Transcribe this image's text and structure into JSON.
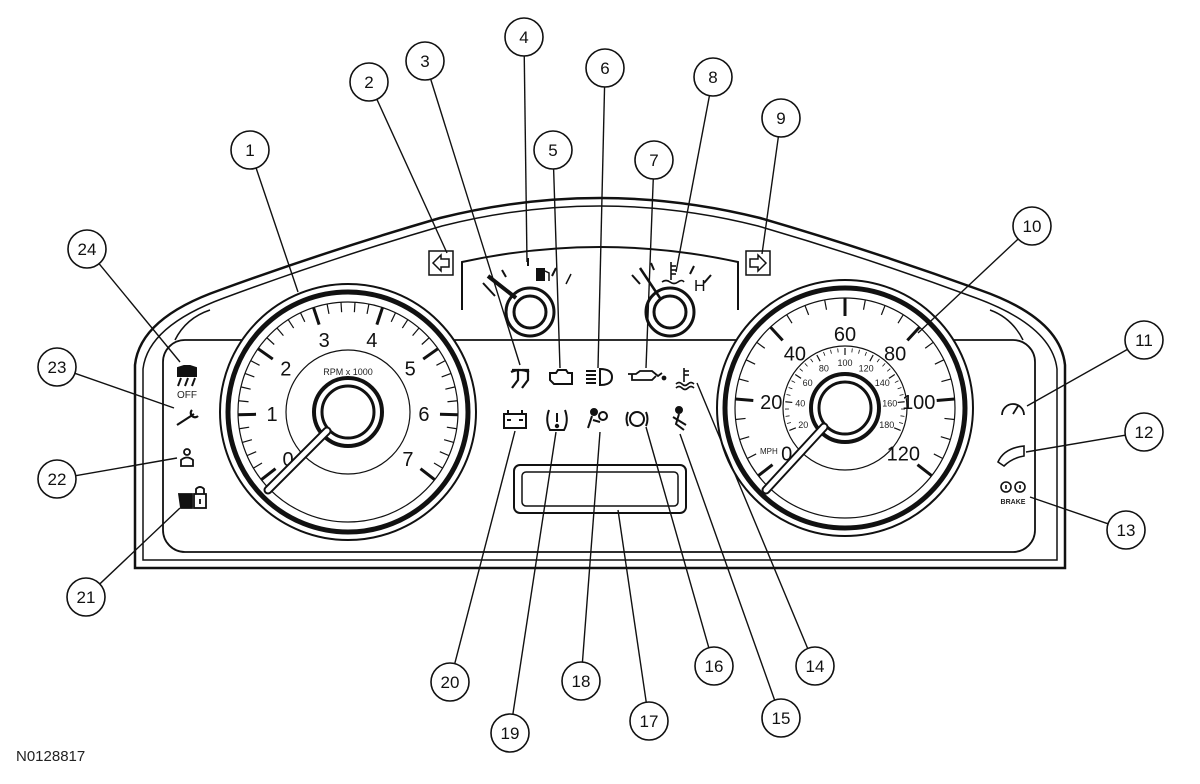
{
  "figure_id": "N0128817",
  "tachometer": {
    "unit_label": "RPM x 1000",
    "scale": [
      "0",
      "1",
      "2",
      "3",
      "4",
      "5",
      "6",
      "7"
    ]
  },
  "speedometer": {
    "unit_label": "MPH",
    "mph_scale": [
      "0",
      "20",
      "40",
      "60",
      "80",
      "100",
      "120"
    ],
    "kmh_scale": [
      "20",
      "40",
      "60",
      "80",
      "100",
      "120",
      "140",
      "160",
      "180"
    ]
  },
  "temp_gauge": {
    "hot_label": "H"
  },
  "lamps": {
    "traction_off_label": "OFF",
    "brake_label": "BRAKE"
  },
  "callouts": [
    "1",
    "2",
    "3",
    "4",
    "5",
    "6",
    "7",
    "8",
    "9",
    "10",
    "11",
    "12",
    "13",
    "14",
    "15",
    "16",
    "17",
    "18",
    "19",
    "20",
    "21",
    "22",
    "23",
    "24"
  ]
}
